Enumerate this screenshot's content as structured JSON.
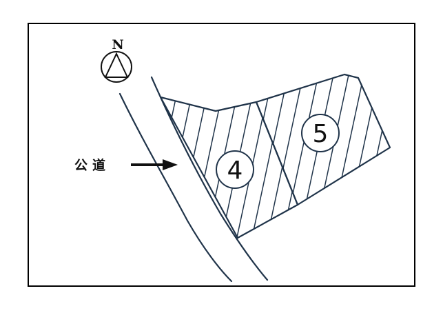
{
  "map": {
    "north_label": "N",
    "road_label": "公道",
    "lots": [
      {
        "number": "4"
      },
      {
        "number": "5"
      }
    ],
    "colors": {
      "outline": "#1f3349",
      "frame": "#000000",
      "text": "#111111",
      "background": "#ffffff"
    },
    "icons": {
      "north": "compass-north-icon",
      "pointer": "arrow-right-icon"
    }
  }
}
